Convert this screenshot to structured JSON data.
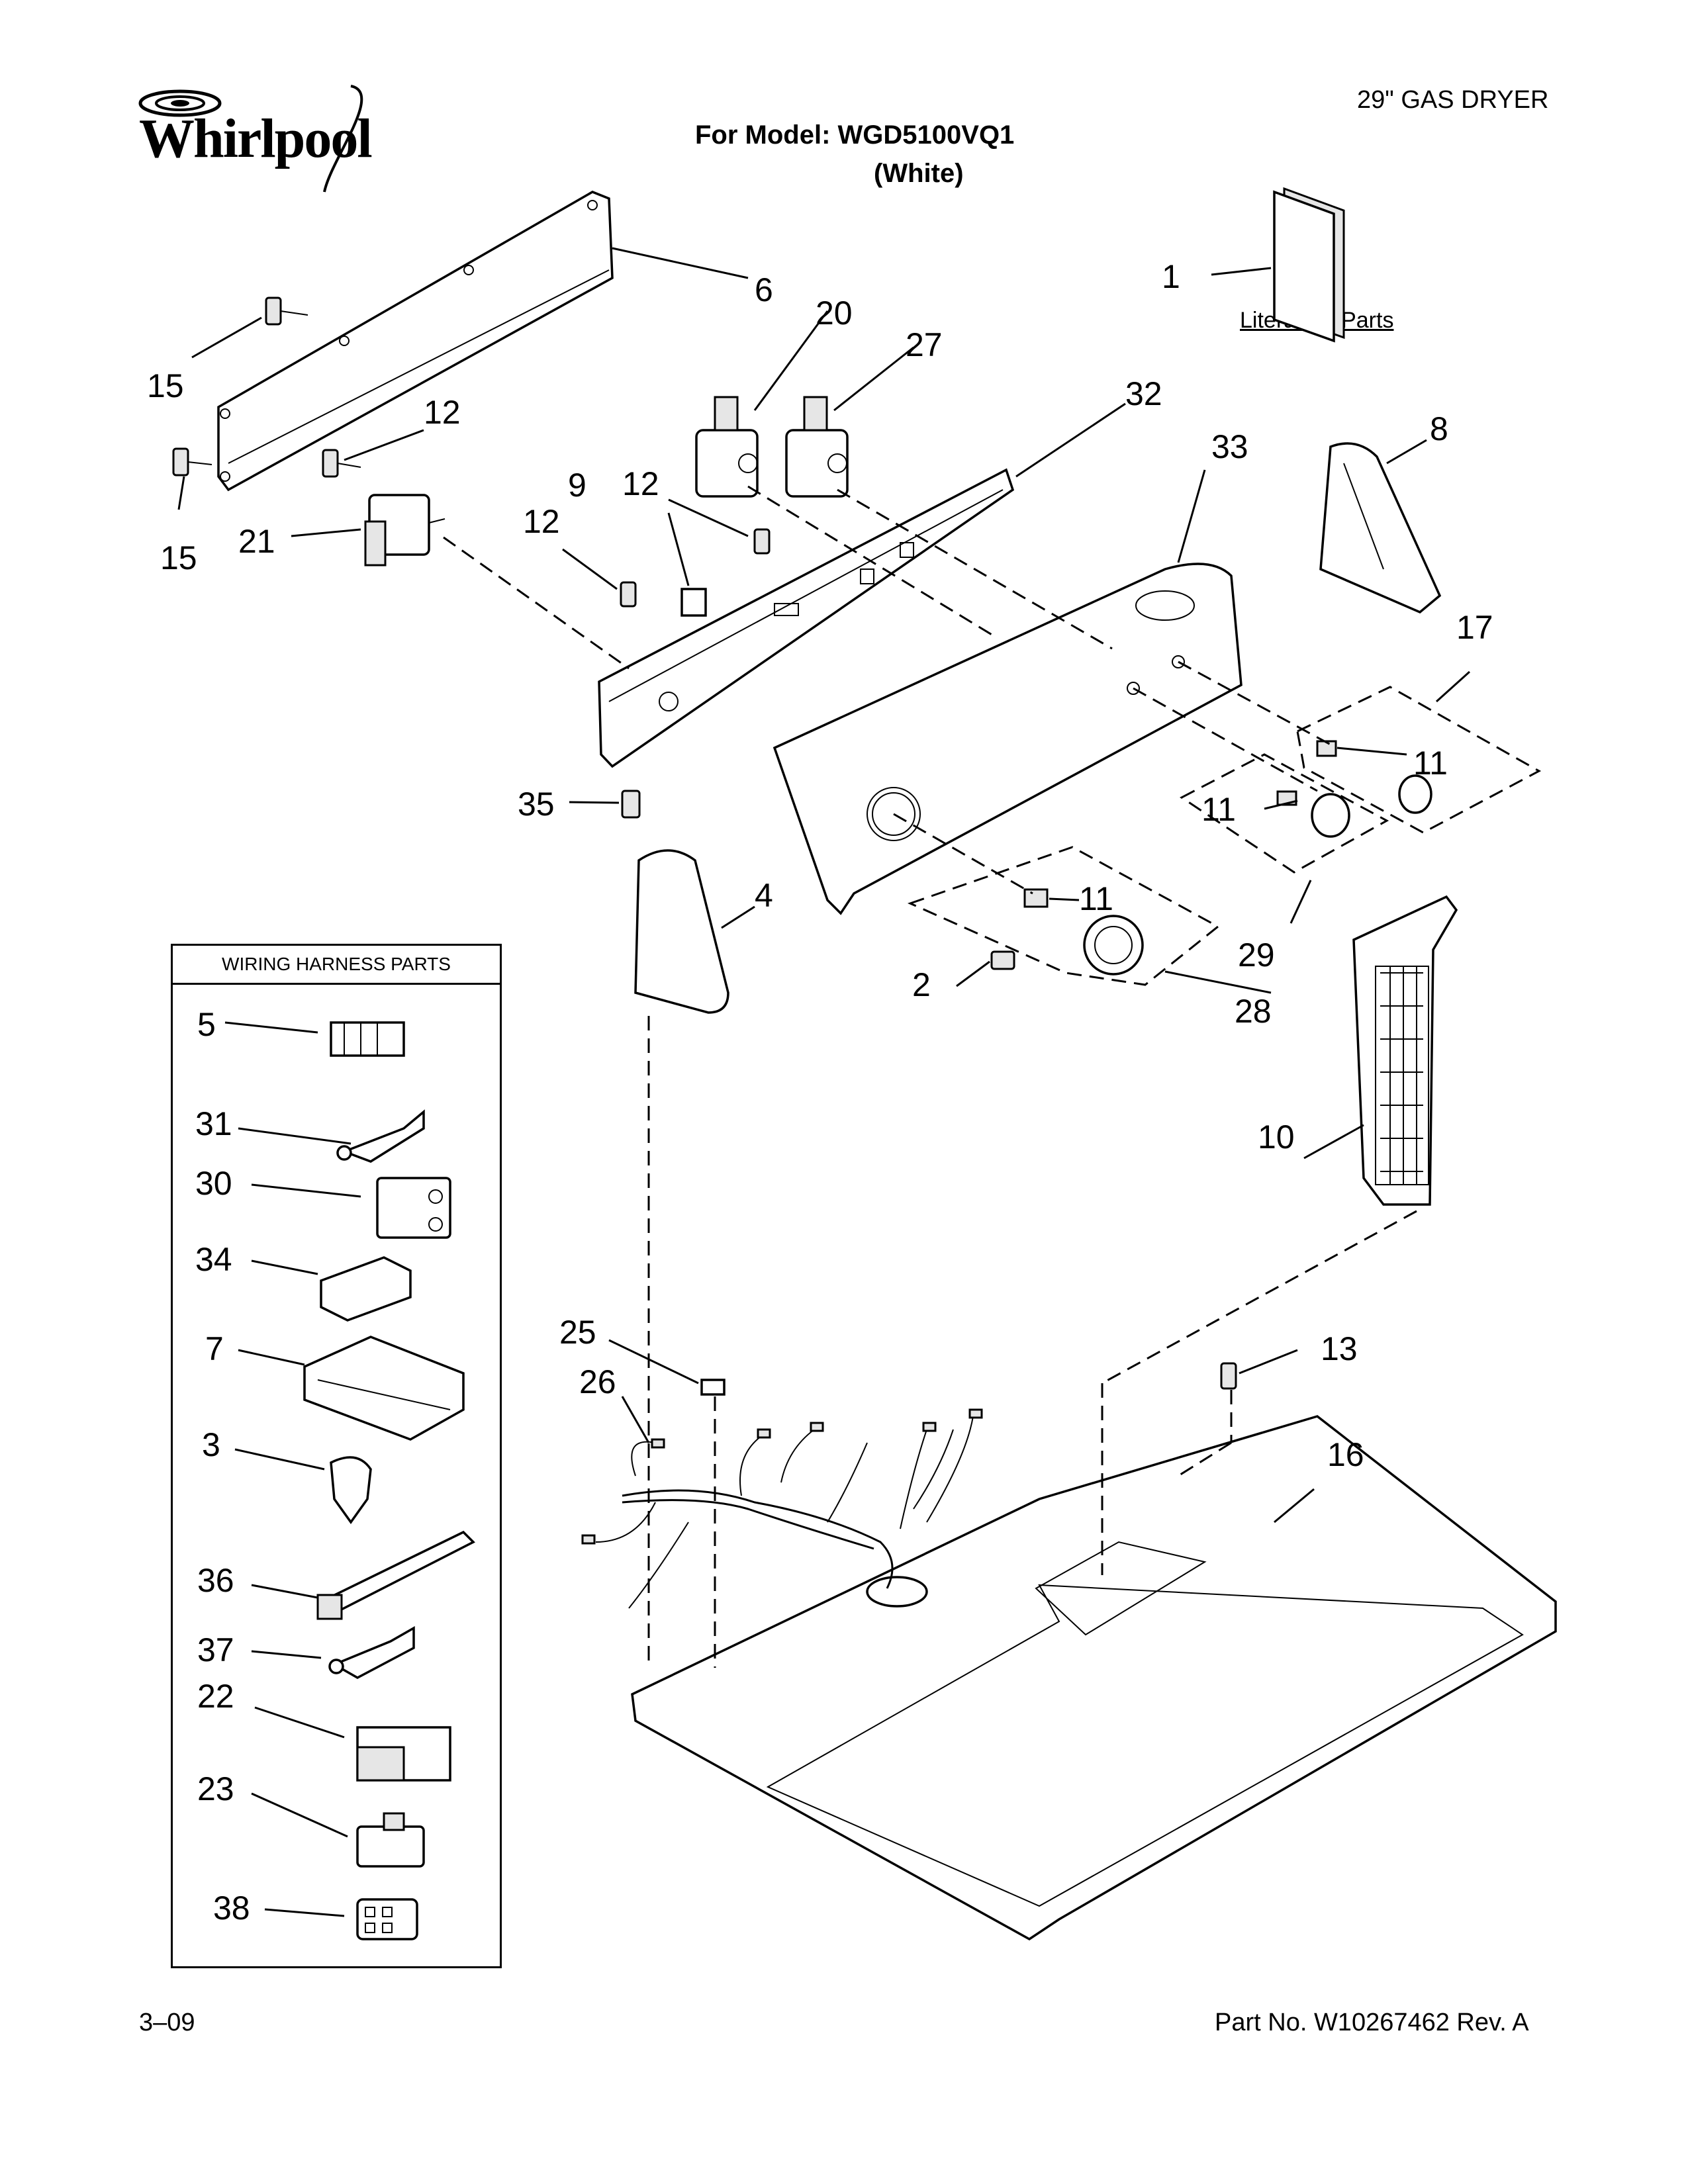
{
  "header": {
    "brand": "Whirlpool",
    "model_line": "For Model: WGD5100VQ1",
    "color_line": "(White)",
    "product": "29\" GAS DRYER"
  },
  "literature": {
    "label": "Literature Parts"
  },
  "wiring_box": {
    "title": "WIRING HARNESS PARTS"
  },
  "callouts": {
    "c1": "1",
    "c2": "2",
    "c3": "3",
    "c4": "4",
    "c5": "5",
    "c6": "6",
    "c7": "7",
    "c8": "8",
    "c9": "9",
    "c10": "10",
    "c11a": "11",
    "c11b": "11",
    "c11c": "11",
    "c12a": "12",
    "c12b": "12",
    "c12c": "12",
    "c13": "13",
    "c15a": "15",
    "c15b": "15",
    "c16": "16",
    "c17": "17",
    "c20": "20",
    "c21": "21",
    "c22": "22",
    "c23": "23",
    "c25": "25",
    "c26": "26",
    "c27": "27",
    "c28": "28",
    "c29": "29",
    "c30": "30",
    "c31": "31",
    "c32": "32",
    "c33": "33",
    "c34": "34",
    "c35": "35",
    "c36": "36",
    "c37": "37",
    "c38": "38"
  },
  "footer": {
    "date": "3–09",
    "part_no": "Part No. W10267462 Rev. A"
  }
}
